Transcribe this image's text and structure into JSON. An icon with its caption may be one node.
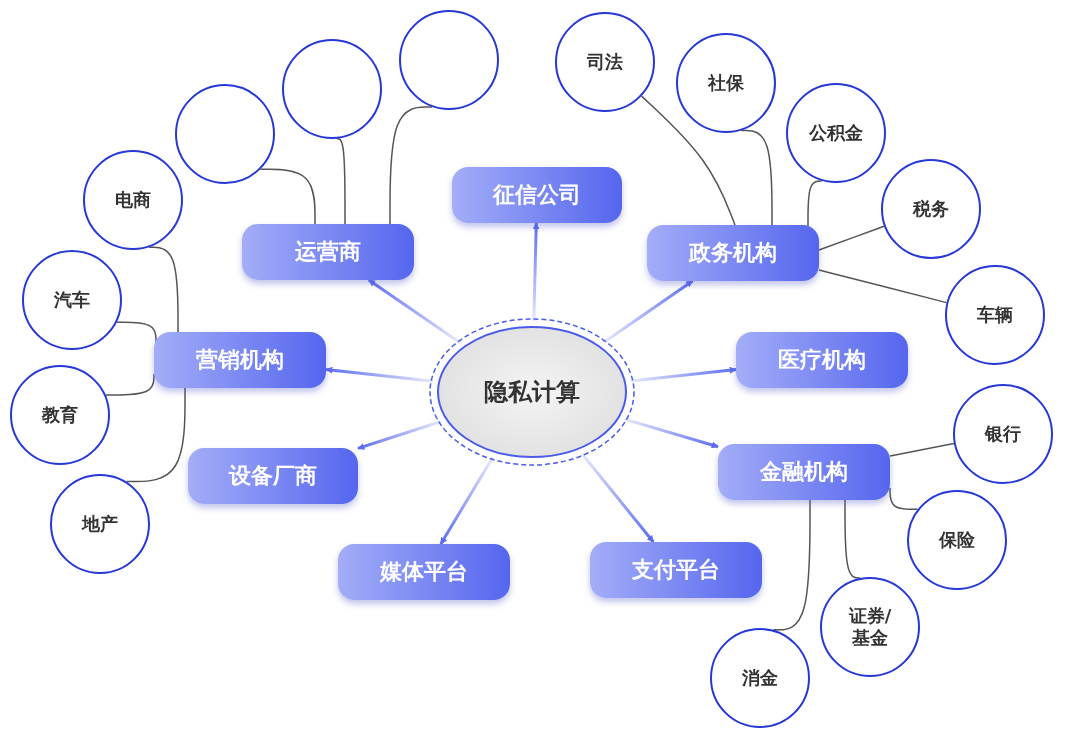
{
  "diagram": {
    "nodes": [
      {
        "text": [
          "隐私计算"
        ]
      },
      {
        "text": [
          "征信公司"
        ]
      },
      {
        "text": [
          "运营商"
        ]
      },
      {
        "text": [
          "政务机构"
        ]
      },
      {
        "text": [
          "营销机构"
        ]
      },
      {
        "text": [
          "医疗机构"
        ]
      },
      {
        "text": [
          "设备厂商"
        ]
      },
      {
        "text": [
          "金融机构"
        ]
      },
      {
        "text": [
          "媒体平台"
        ]
      },
      {
        "text": [
          "支付平台"
        ]
      },
      {
        "text": [],
        "shape": "circle"
      },
      {
        "text": [],
        "shape": "circle"
      },
      {
        "text": [],
        "shape": "circle"
      },
      {
        "text": [
          "电商"
        ]
      },
      {
        "text": [
          "汽车"
        ]
      },
      {
        "text": [
          "教育"
        ]
      },
      {
        "text": [
          "地产"
        ]
      },
      {
        "text": [
          "司法"
        ]
      },
      {
        "text": [
          "社保"
        ]
      },
      {
        "text": [
          "公积金"
        ]
      },
      {
        "text": [
          "税务"
        ]
      },
      {
        "text": [
          "车辆"
        ]
      },
      {
        "text": [
          "银行"
        ]
      },
      {
        "text": [
          "保险"
        ]
      },
      {
        "text": [
          "证券/基金"
        ]
      },
      {
        "text": [
          "消金"
        ]
      }
    ],
    "edges": [
      {
        "from": 0,
        "to": 1,
        "arrow": "to",
        "color": "#5b6cf0"
      },
      {
        "from": 0,
        "to": 2,
        "arrow": "to",
        "color": "#5b6cf0"
      },
      {
        "from": 0,
        "to": 3,
        "arrow": "to",
        "color": "#5b6cf0"
      },
      {
        "from": 0,
        "to": 4,
        "arrow": "to",
        "color": "#5b6cf0"
      },
      {
        "from": 0,
        "to": 5,
        "arrow": "to",
        "color": "#5b6cf0"
      },
      {
        "from": 0,
        "to": 6,
        "arrow": "to",
        "color": "#5b6cf0"
      },
      {
        "from": 0,
        "to": 7,
        "arrow": "to",
        "color": "#5b6cf0"
      },
      {
        "from": 0,
        "to": 8,
        "arrow": "to",
        "color": "#5b6cf0"
      },
      {
        "from": 0,
        "to": 9,
        "arrow": "to",
        "color": "#5b6cf0"
      },
      {
        "from": 2,
        "to": 10,
        "arrow": "none"
      },
      {
        "from": 2,
        "to": 11,
        "arrow": "none"
      },
      {
        "from": 2,
        "to": 12,
        "arrow": "none"
      },
      {
        "from": 4,
        "to": 13,
        "arrow": "none"
      },
      {
        "from": 4,
        "to": 14,
        "arrow": "none"
      },
      {
        "from": 4,
        "to": 15,
        "arrow": "none"
      },
      {
        "from": 4,
        "to": 16,
        "arrow": "none"
      },
      {
        "from": 3,
        "to": 17,
        "arrow": "none"
      },
      {
        "from": 3,
        "to": 18,
        "arrow": "none"
      },
      {
        "from": 3,
        "to": 19,
        "arrow": "none"
      },
      {
        "from": 3,
        "to": 20,
        "arrow": "none"
      },
      {
        "from": 3,
        "to": 21,
        "arrow": "none"
      },
      {
        "from": 7,
        "to": 22,
        "arrow": "none"
      },
      {
        "from": 7,
        "to": 23,
        "arrow": "none"
      },
      {
        "from": 7,
        "to": 24,
        "arrow": "none"
      },
      {
        "from": 7,
        "to": 25,
        "arrow": "none"
      }
    ]
  }
}
